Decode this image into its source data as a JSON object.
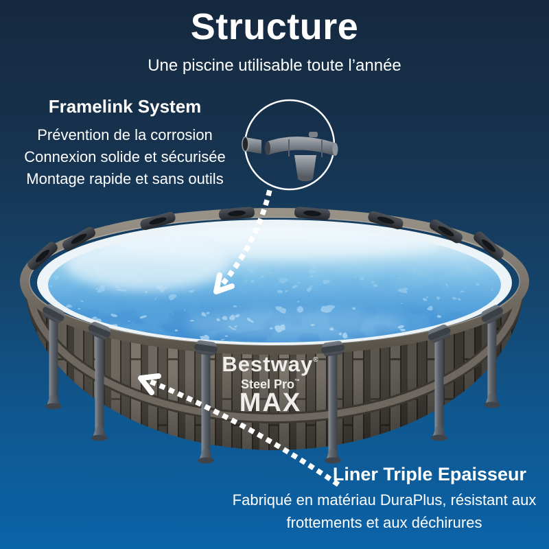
{
  "page": {
    "title": "Structure",
    "subtitle": "Une piscine utilisable toute l’année"
  },
  "features": {
    "framelink": {
      "heading": "Framelink System",
      "lines": [
        "Prévention de la corrosion",
        "Connexion solide et sécurisée",
        "Montage rapide et sans outils"
      ]
    },
    "liner": {
      "heading": "Liner Triple Epaisseur",
      "description_line1": "Fabriqué en matériau DuraPlus, résistant aux",
      "description_line2": "frottements et aux déchirures"
    }
  },
  "pool": {
    "brand": "Bestway",
    "brand_mark": "®",
    "model": "Steel Pro",
    "model_mark": "™",
    "variant": "MAX"
  },
  "colors": {
    "background_top": "#15293f",
    "background_bottom": "#0b63a8",
    "text": "#ffffff",
    "water_blue": "#4694d4",
    "wood_gray": "#5a544d",
    "frame_gray": "#6a7077",
    "arrow_white": "#ffffff"
  }
}
